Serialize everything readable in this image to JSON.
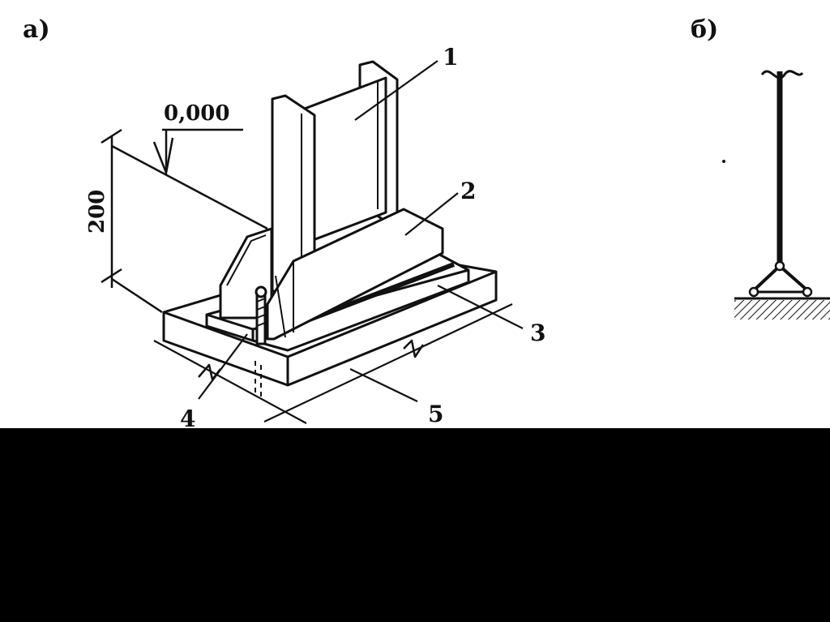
{
  "panels": {
    "a": {
      "label": "а)"
    },
    "b": {
      "label": "б)"
    }
  },
  "annotations": {
    "elevation": "0,000",
    "height_dim": "200"
  },
  "callouts": [
    "1",
    "2",
    "3",
    "4",
    "5"
  ],
  "colors": {
    "ink": "#111111",
    "paper": "#ffffff",
    "mask": "#000000"
  }
}
